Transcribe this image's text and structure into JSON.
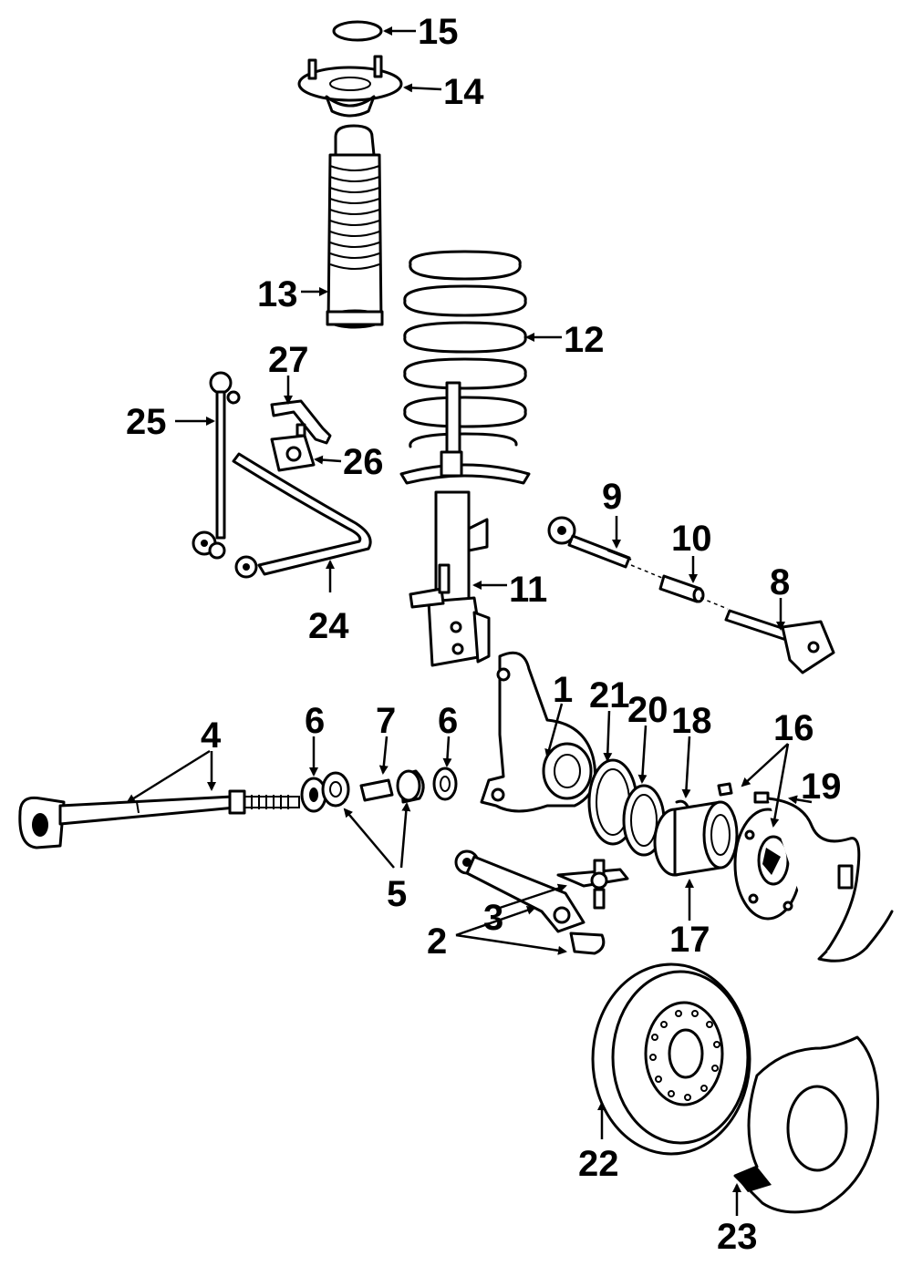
{
  "callouts": {
    "c1": "1",
    "c2": "2",
    "c3": "3",
    "c4": "4",
    "c5": "5",
    "c6a": "6",
    "c6b": "6",
    "c7": "7",
    "c8": "8",
    "c9": "9",
    "c10": "10",
    "c11": "11",
    "c12": "12",
    "c13": "13",
    "c14": "14",
    "c15": "15",
    "c16": "16",
    "c17": "17",
    "c18": "18",
    "c19": "19",
    "c20": "20",
    "c21": "21",
    "c22": "22",
    "c23": "23",
    "c24": "24",
    "c25": "25",
    "c26": "26",
    "c27": "27"
  },
  "colors": {
    "ink": "#000000",
    "paper": "#ffffff"
  }
}
